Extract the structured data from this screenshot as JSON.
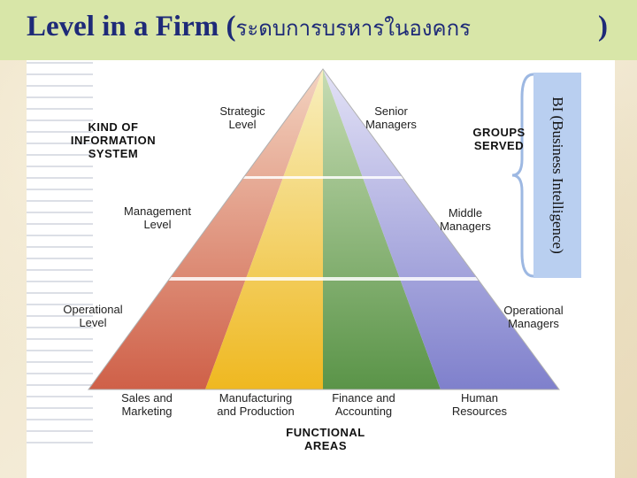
{
  "title": {
    "main": "Level in a Firm (",
    "thai": "ระดบการบรหารในองคกร",
    "close": ")"
  },
  "annotation": {
    "bi": "BI (Business Intelligence)"
  },
  "headers": {
    "kind_line1": "KIND OF",
    "kind_line2": "INFORMATION",
    "kind_line3": "SYSTEM",
    "groups_line1": "GROUPS",
    "groups_line2": "SERVED",
    "functional_line1": "FUNCTIONAL",
    "functional_line2": "AREAS"
  },
  "levels": [
    {
      "line1": "Strategic",
      "line2": "Level"
    },
    {
      "line1": "Management",
      "line2": "Level"
    },
    {
      "line1": "Operational",
      "line2": "Level"
    }
  ],
  "groups": [
    {
      "line1": "Senior",
      "line2": "Managers"
    },
    {
      "line1": "Middle",
      "line2": "Managers"
    },
    {
      "line1": "Operational",
      "line2": "Managers"
    }
  ],
  "functional_areas": [
    {
      "line1": "Sales and",
      "line2": "Marketing"
    },
    {
      "line1": "Manufacturing",
      "line2": "and Production"
    },
    {
      "line1": "Finance and",
      "line2": "Accounting"
    },
    {
      "line1": "Human",
      "line2": "Resources"
    }
  ],
  "colors": {
    "title_text": "#1e2a78",
    "title_bar": "#d8e6a8",
    "sales": "#d9735a",
    "manufacturing": "#f2c22e",
    "finance": "#6fa15a",
    "hr": "#8e90d4",
    "bi_bracket": "#b9cff0"
  }
}
